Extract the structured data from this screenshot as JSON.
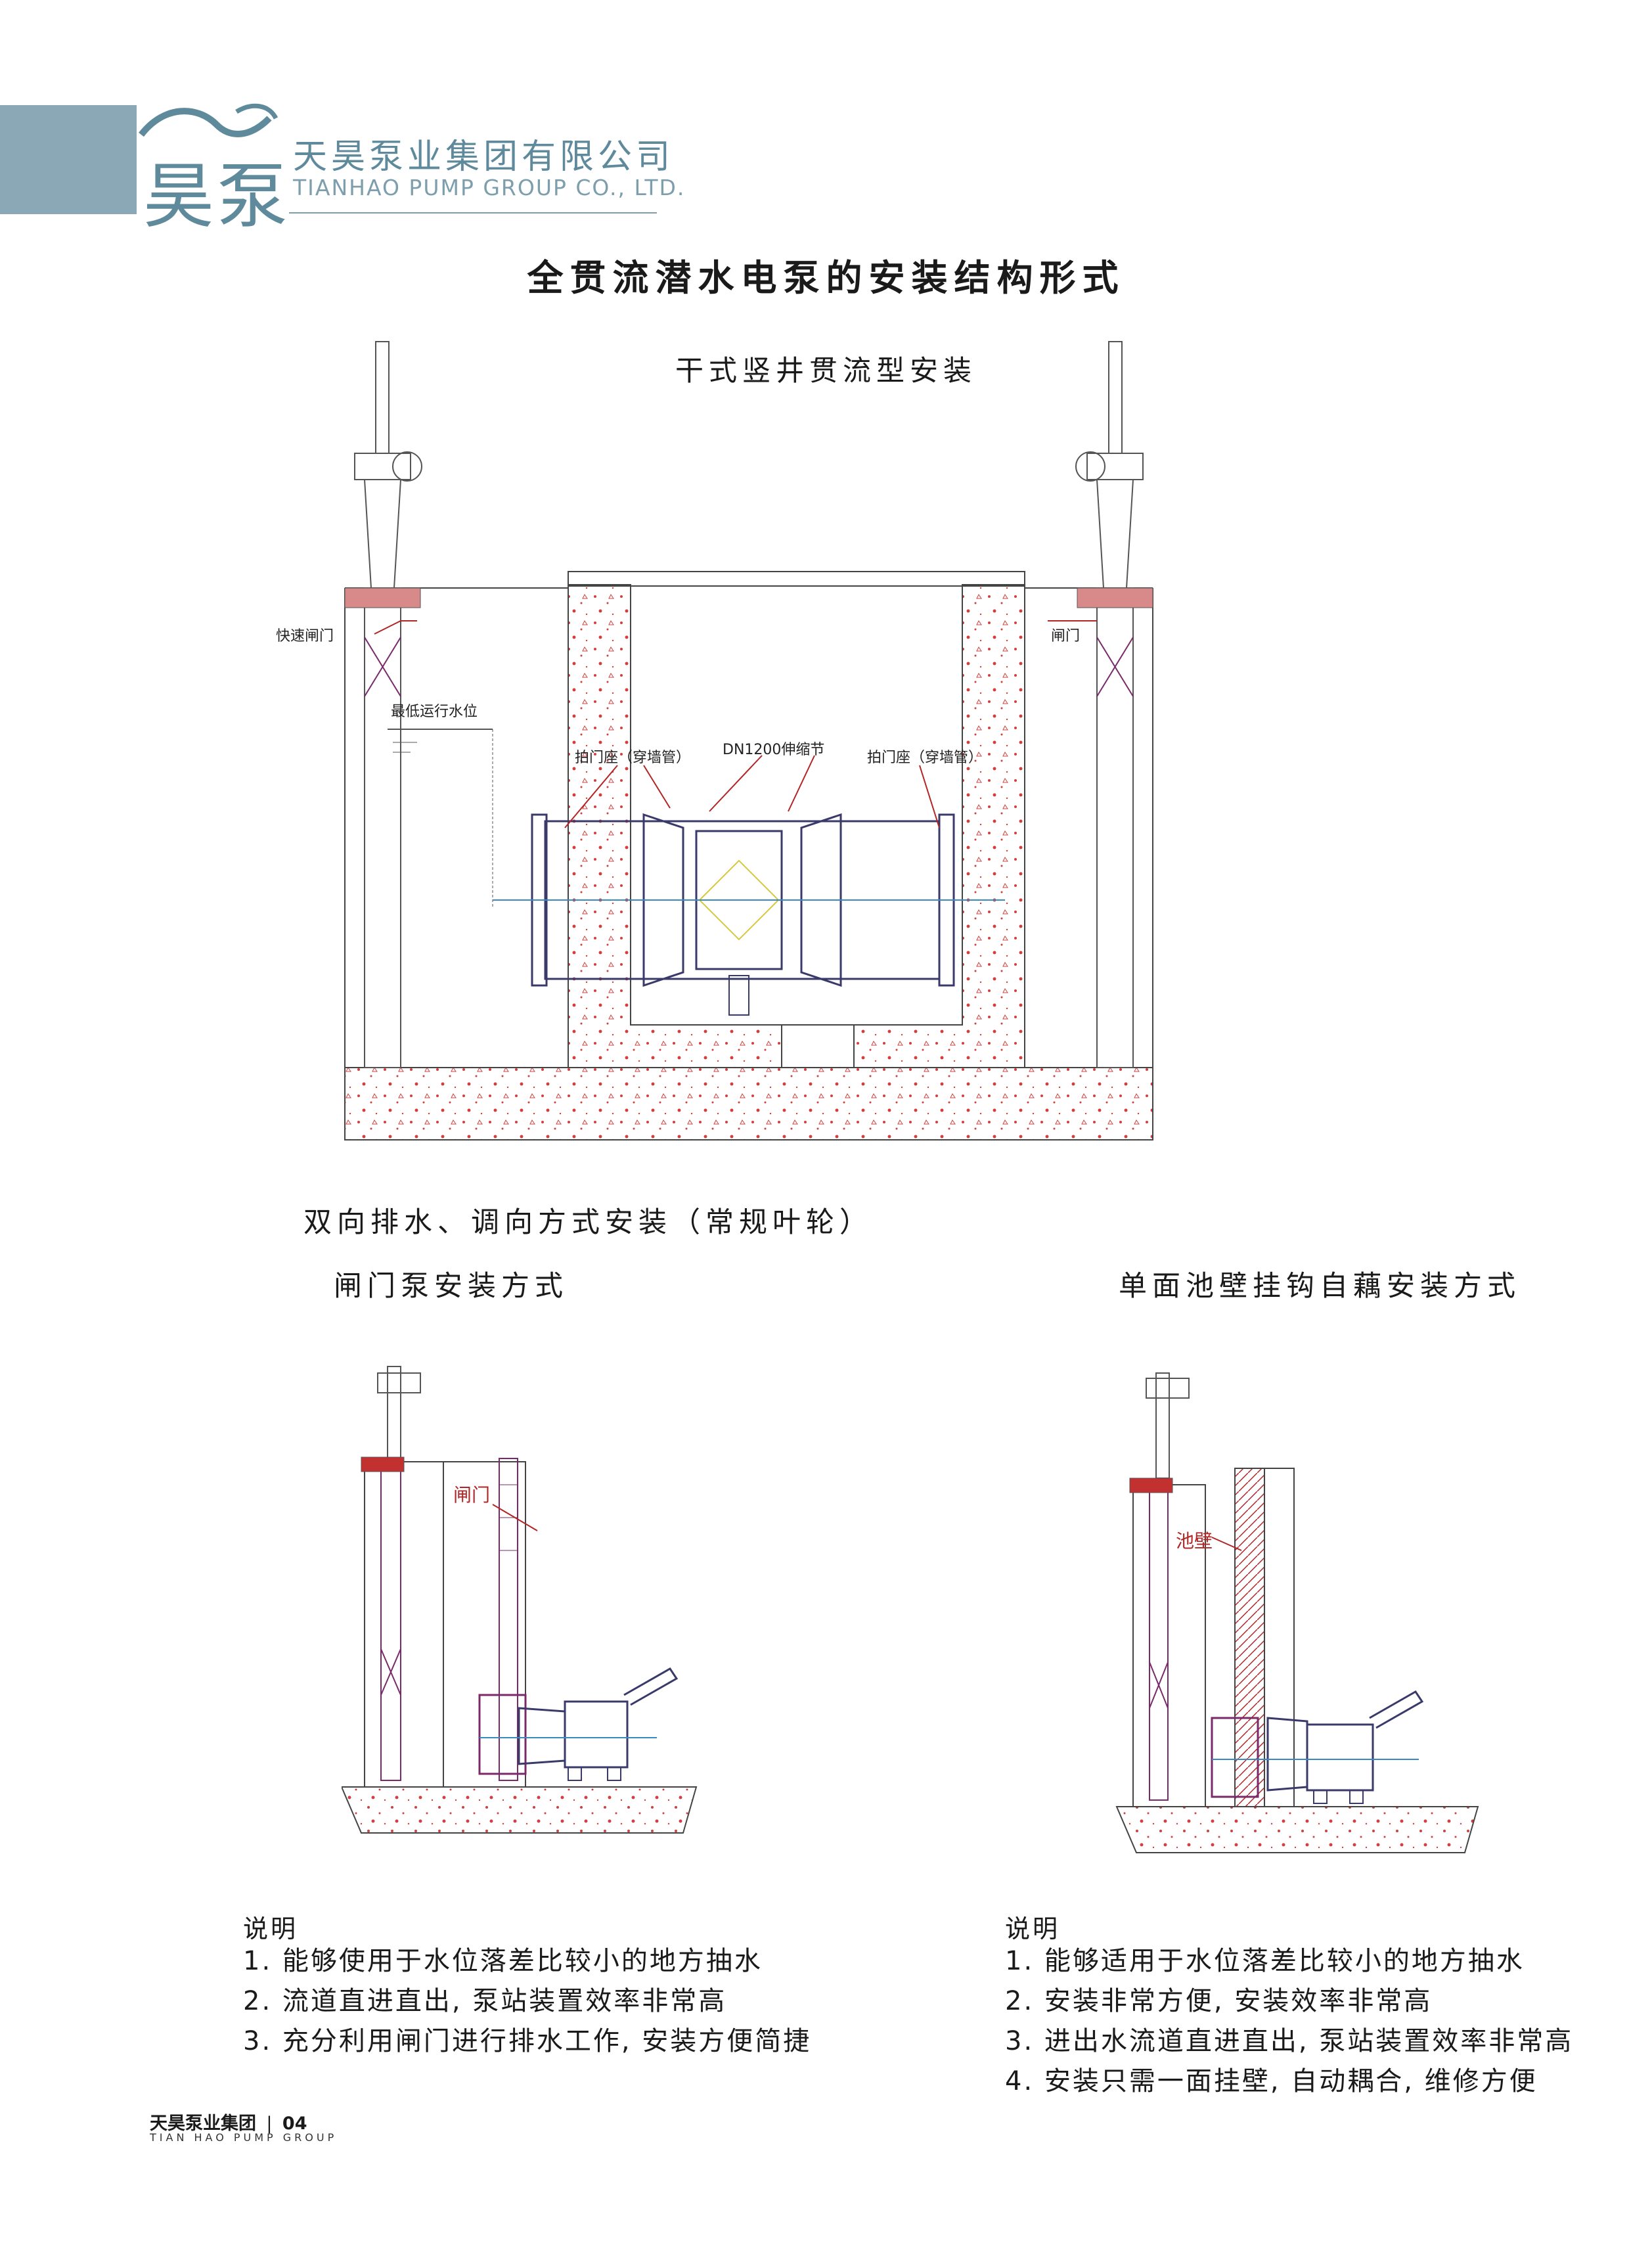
{
  "header": {
    "logo_glyphs": "昊泵",
    "company_cn": "天昊泵业集团有限公司",
    "company_en": "TIANHAO PUMP GROUP CO., LTD."
  },
  "title": "全贯流潜水电泵的安装结构形式",
  "subtitle": "干式竖井贯流型安装",
  "diagram_top": {
    "label_left_gate": "快速闸门",
    "label_right_gate": "闸门",
    "label_water_level": "最低运行水位",
    "label_seat_left": "拍门座（穿墙管）",
    "label_seat_right": "拍门座（穿墙管）",
    "label_expansion": "DN1200伸缩节"
  },
  "section_title": "双向排水、调向方式安装（常规叶轮）",
  "left_section": {
    "title": "闸门泵安装方式",
    "diagram_label": "闸门",
    "notes_heading": "说明",
    "notes": [
      "1. 能够使用于水位落差比较小的地方抽水",
      "2. 流道直进直出, 泵站装置效率非常高",
      "3. 充分利用闸门进行排水工作, 安装方便简捷"
    ]
  },
  "right_section": {
    "title": "单面池壁挂钩自藕安装方式",
    "diagram_label": "池壁",
    "notes_heading": "说明",
    "notes": [
      "1.  能够适用于水位落差比较小的地方抽水",
      "2. 安装非常方便, 安装效率非常高",
      "3. 进出水流道直进直出, 泵站装置效率非常高",
      "4. 安装只需一面挂壁, 自动耦合, 维修方便"
    ]
  },
  "footer": {
    "company_cn": "天昊泵业集团",
    "page_number": "04",
    "company_en": "TIAN HAO PUMP GROUP"
  },
  "colors": {
    "brand": "#8aa8b5",
    "brand_text": "#5e8a9c",
    "concrete_dots": "#d04040",
    "pipe_line": "#3a3a6a",
    "annotation": "#b32424"
  }
}
